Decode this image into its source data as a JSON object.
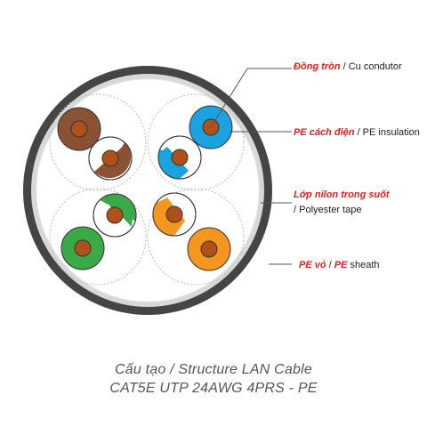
{
  "labels": {
    "conductor": {
      "vi": "Đồng tròn",
      "sep": " / ",
      "en": "Cu condutor"
    },
    "insulation": {
      "vi": "PE cách điện",
      "sep": " / ",
      "en": "PE insulation"
    },
    "tape": {
      "vi": "Lớp nilon trong suốt",
      "sep": "/ ",
      "en": " Polyester tape"
    },
    "sheath": {
      "vi": "PE vỏ",
      "sep": " /  ",
      "en_pe": "PE",
      "en": " sheath"
    }
  },
  "title": {
    "line1": "Cấu tạo / Structure LAN Cable",
    "line2": "CAT5E UTP 24AWG 4PRS - PE"
  },
  "colors": {
    "sheath": "#454545",
    "tape_ring": "#d6d6d6",
    "conductor": "#b0501a",
    "brown": "#8a5232",
    "blue": "#1aa3e0",
    "green": "#3aaa48",
    "orange": "#f5961e",
    "leader": "#555555",
    "accent_text": "#e02020"
  },
  "pairs": [
    "brown",
    "blue",
    "green",
    "orange"
  ]
}
